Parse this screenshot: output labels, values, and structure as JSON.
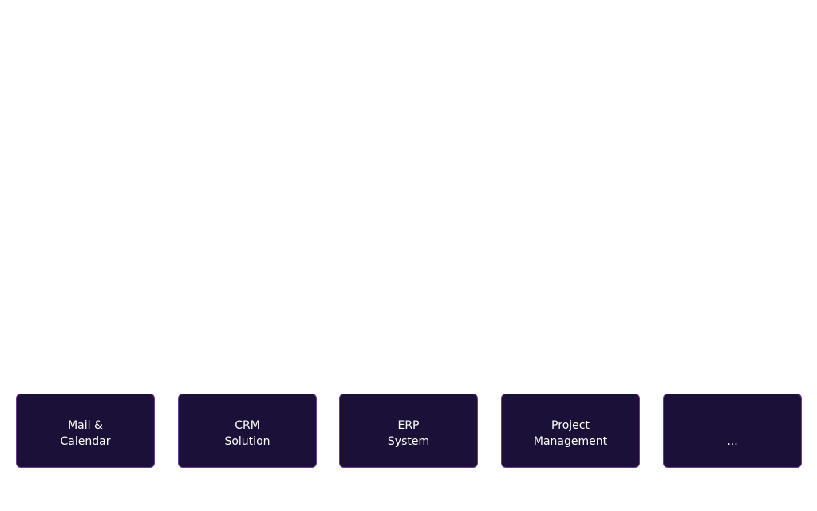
{
  "cards": [
    {
      "line1": "Mail &",
      "line2": "Calendar"
    },
    {
      "line1": "CRM",
      "line2": "Solution"
    },
    {
      "line1": "ERP",
      "line2": "System"
    },
    {
      "line1": "Project",
      "line2": "Management"
    },
    {
      "line1": "",
      "line2": "..."
    }
  ],
  "colors": {
    "card_bg": "#1b1138",
    "card_border": "#6b3a8c",
    "text": "#ffffff"
  }
}
